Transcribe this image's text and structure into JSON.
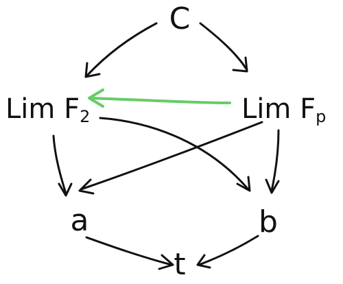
{
  "nodes": {
    "c": {
      "label": "C"
    },
    "lim_f2": {
      "label": "Lim F",
      "sub": "2"
    },
    "lim_fp": {
      "label": "Lim F",
      "sub": "p"
    },
    "a": {
      "label": "a"
    },
    "b": {
      "label": "b"
    },
    "t": {
      "label": "t"
    }
  },
  "edges": [
    {
      "from": "C",
      "to": "Lim F2",
      "color": "#111111"
    },
    {
      "from": "C",
      "to": "Lim Fp",
      "color": "#111111"
    },
    {
      "from": "Lim Fp",
      "to": "Lim F2",
      "color": "#66cc66"
    },
    {
      "from": "Lim F2",
      "to": "a",
      "color": "#111111"
    },
    {
      "from": "Lim F2",
      "to": "b",
      "color": "#111111"
    },
    {
      "from": "Lim Fp",
      "to": "a",
      "color": "#111111"
    },
    {
      "from": "Lim Fp",
      "to": "b",
      "color": "#111111"
    },
    {
      "from": "a",
      "to": "t",
      "color": "#111111"
    },
    {
      "from": "b",
      "to": "t",
      "color": "#111111"
    }
  ],
  "colors": {
    "ink": "#111111",
    "highlight": "#66cc66",
    "background": "#ffffff"
  }
}
